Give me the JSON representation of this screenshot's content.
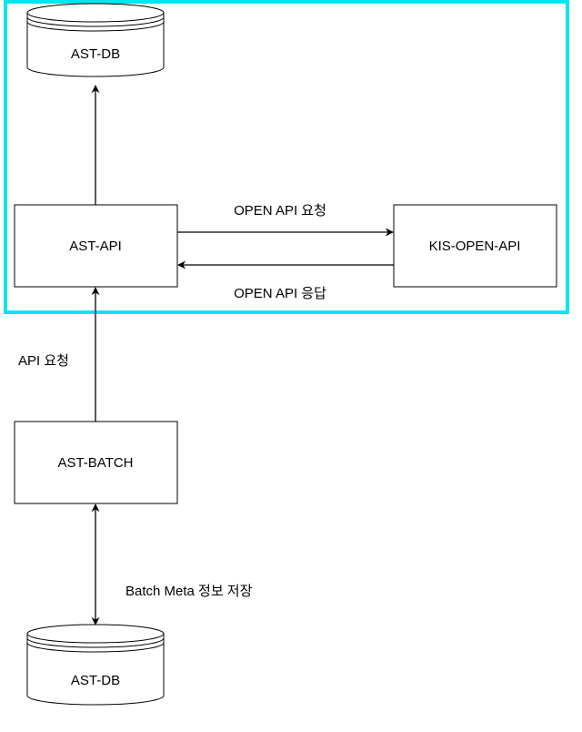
{
  "colors": {
    "highlight_frame": "#00e5ee",
    "stroke": "#000000",
    "fill": "#ffffff"
  },
  "nodes": {
    "db_top": "AST-DB",
    "api": "AST-API",
    "kis": "KIS-OPEN-API",
    "batch": "AST-BATCH",
    "db_bottom": "AST-DB"
  },
  "edges": {
    "request": "OPEN API 요청",
    "response": "OPEN API 응답",
    "api_request": "API 요청",
    "batch_meta": "Batch Meta 정보 저장"
  }
}
